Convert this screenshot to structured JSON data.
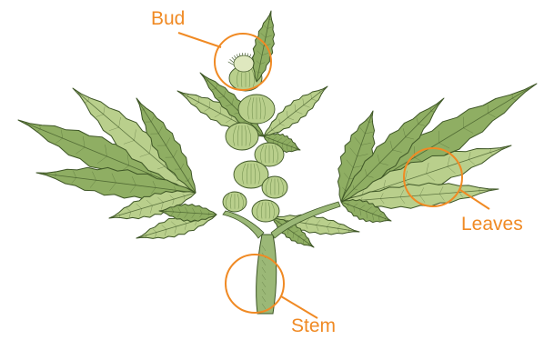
{
  "labels": {
    "bud": "Bud",
    "leaves": "Leaves",
    "stem": "Stem"
  },
  "colors": {
    "accent": "#f08a24",
    "leaf_light": "#b9cf8c",
    "leaf_mid": "#8fae63",
    "leaf_dark": "#5f7f3e",
    "outline": "#3e5626",
    "stem": "#9bb877",
    "bud_pale": "#dfe8bf"
  }
}
